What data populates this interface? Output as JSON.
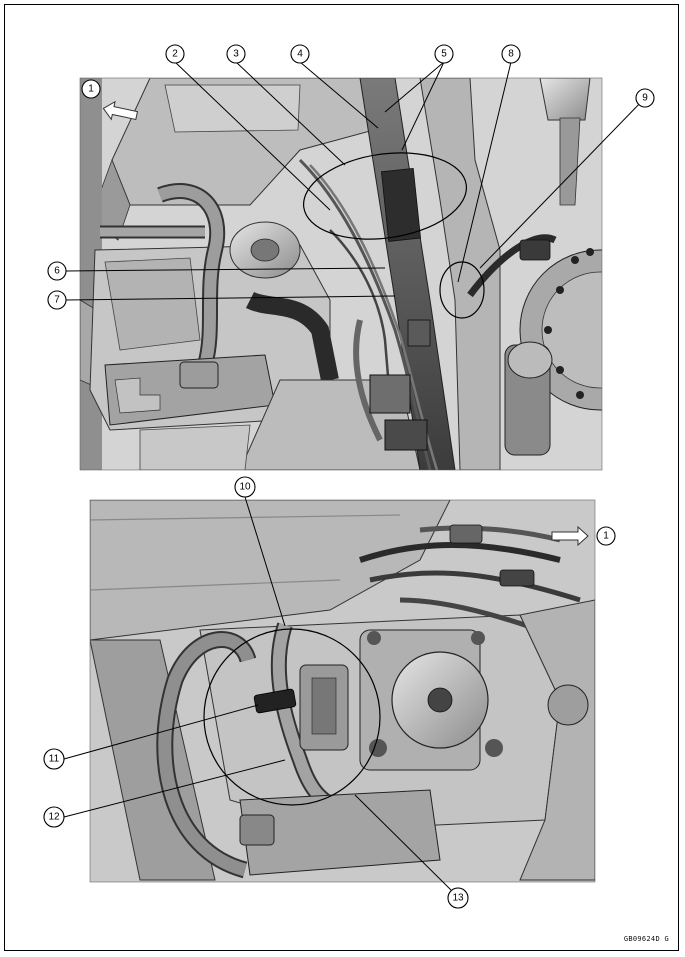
{
  "figure_code": "GB09624D  G",
  "callouts": {
    "c1": "1",
    "c2": "2",
    "c3": "3",
    "c4": "4",
    "c5": "5",
    "c6": "6",
    "c7": "7",
    "c8": "8",
    "c9": "9",
    "c1b": "1",
    "c10": "10",
    "c11": "11",
    "c12": "12",
    "c13": "13"
  }
}
